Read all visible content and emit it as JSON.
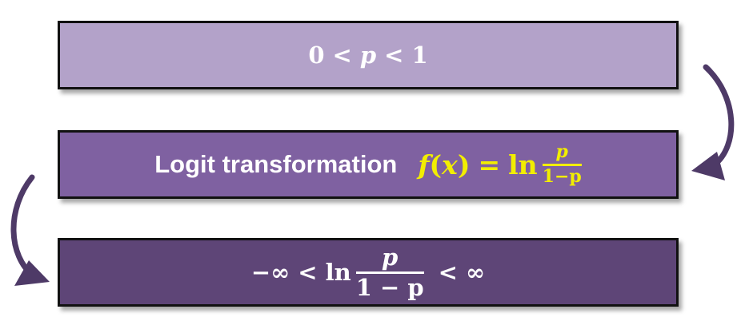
{
  "box1": {
    "zero": "0",
    "lt1": "<",
    "p": "p",
    "lt2": "<",
    "one": "1"
  },
  "box2": {
    "label": "Logit transformation",
    "f": "f",
    "open_paren": "(",
    "x": "x",
    "close_paren": ")",
    "equals": "=",
    "ln": "ln",
    "numerator": "p",
    "denominator": "1−p"
  },
  "box3": {
    "neg_infinity": "−∞",
    "lt1": "<",
    "ln": "ln",
    "numerator": "p",
    "denominator": "1 − p",
    "lt2": "<",
    "infinity": "∞"
  },
  "colors": {
    "box1_fill": "#b3a2c9",
    "box2_fill": "#7f61a1",
    "box3_fill": "#5e4577",
    "formula_highlight": "#f2ee00",
    "arrow": "#4e3a67"
  },
  "icons": [
    "curved-arrow-right-down-icon",
    "curved-arrow-left-down-icon"
  ]
}
